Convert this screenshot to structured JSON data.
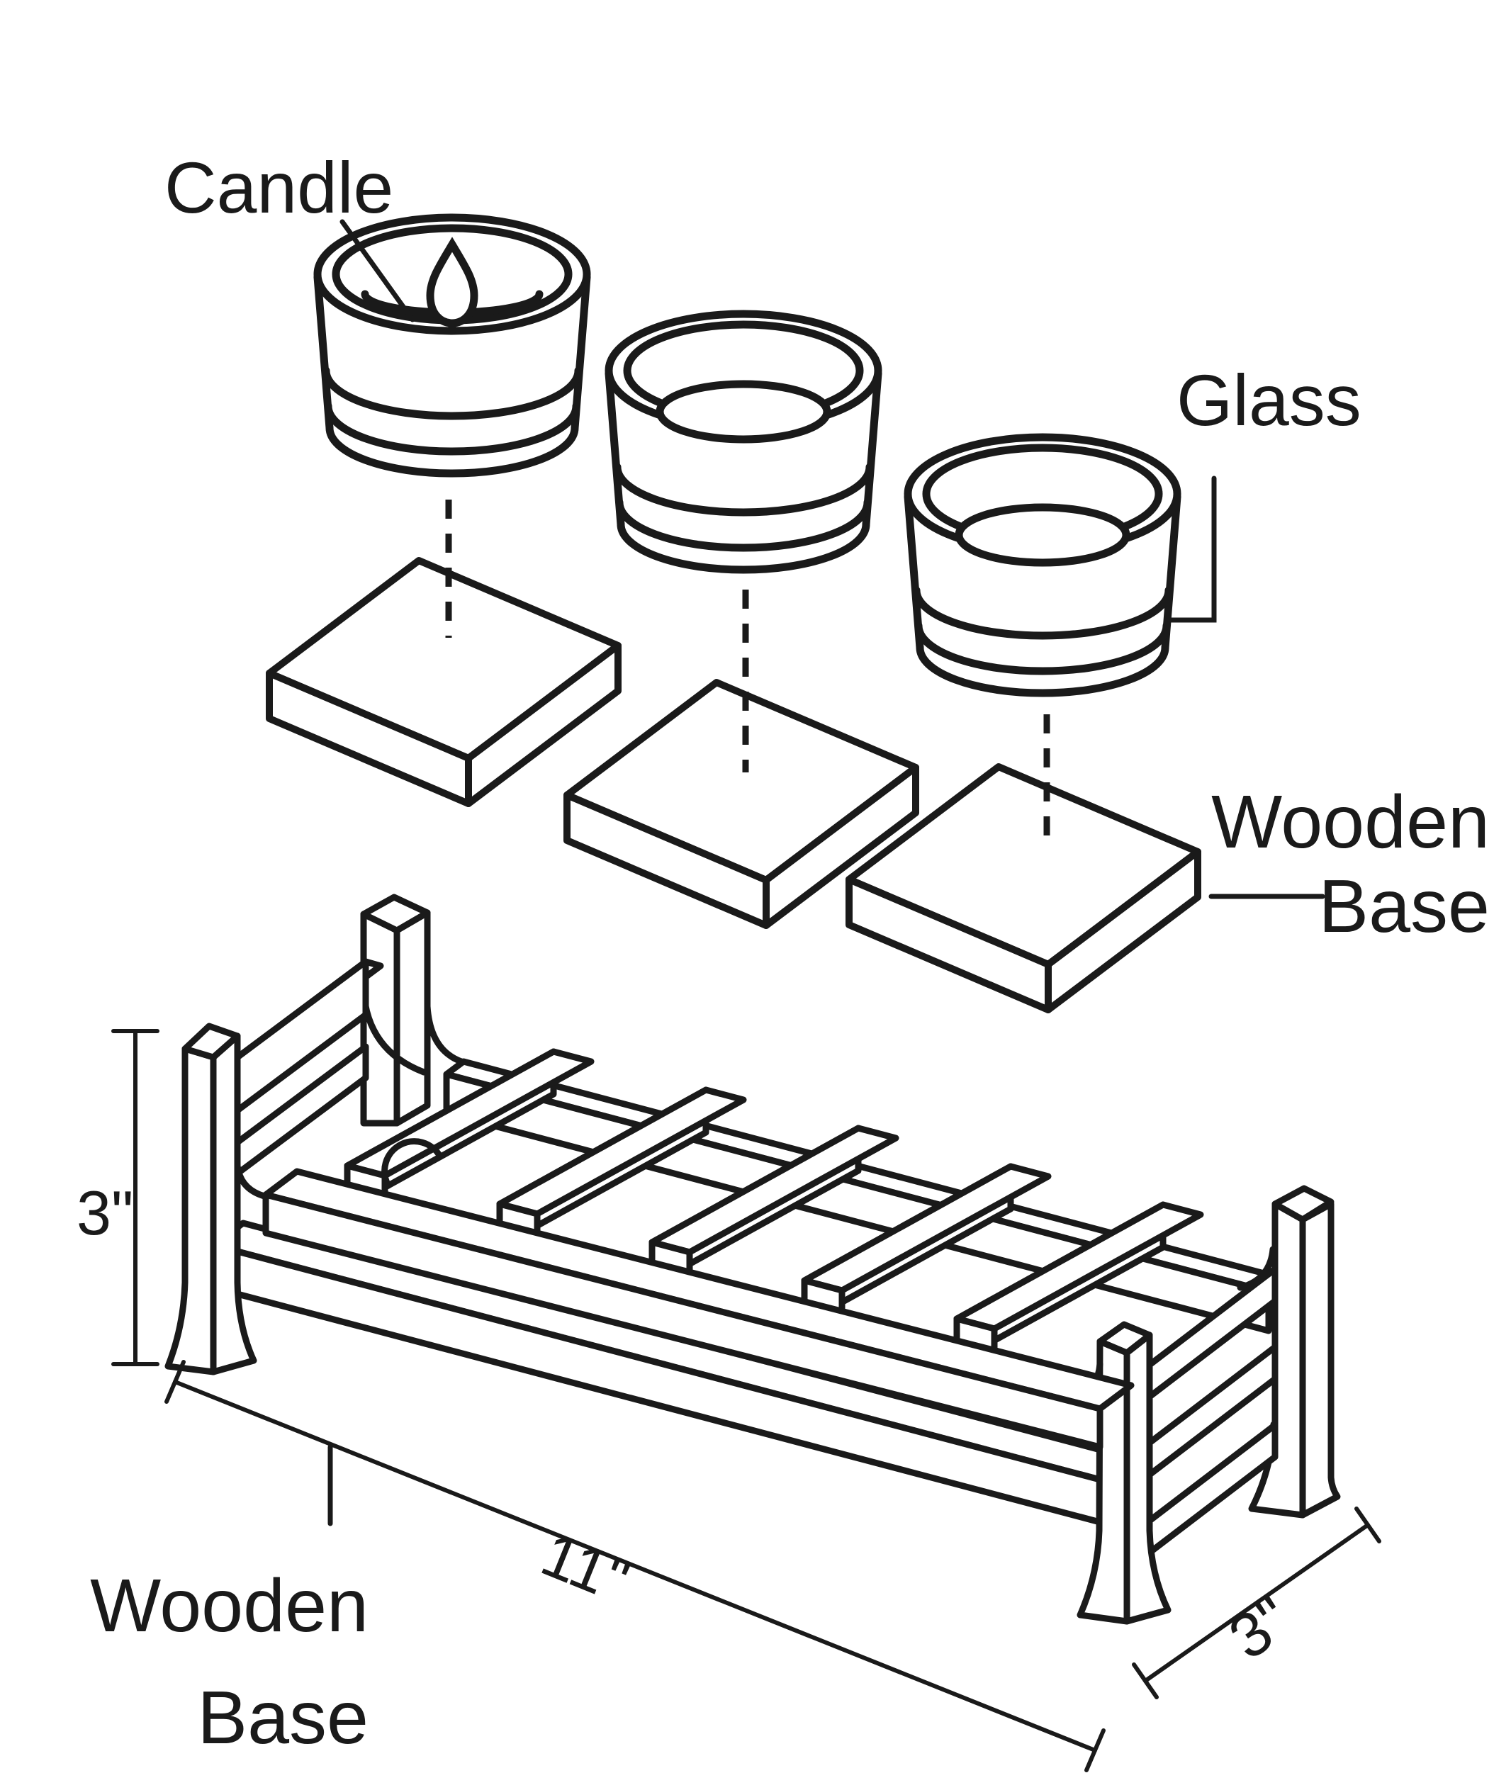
{
  "diagram": {
    "type": "exploded-assembly-line-drawing",
    "subject": "Tealight candle holder with wooden rack",
    "background_color": "#ffffff",
    "line_color": "#1a1a1a",
    "labels": {
      "candle": "Candle",
      "glass": "Glass",
      "wooden_base_right": {
        "line1": "Wooden",
        "line2": "Base"
      },
      "wooden_base_bottom": {
        "line1": "Wooden",
        "line2": "Base"
      }
    },
    "dimensions": {
      "rack_height": "3\"",
      "rack_length": "11\"",
      "rack_depth": "3\""
    },
    "parts": {
      "glass_cups": 3,
      "square_wooden_bases": 3,
      "rack_cross_slats": 5,
      "candle_flames": 1
    }
  }
}
